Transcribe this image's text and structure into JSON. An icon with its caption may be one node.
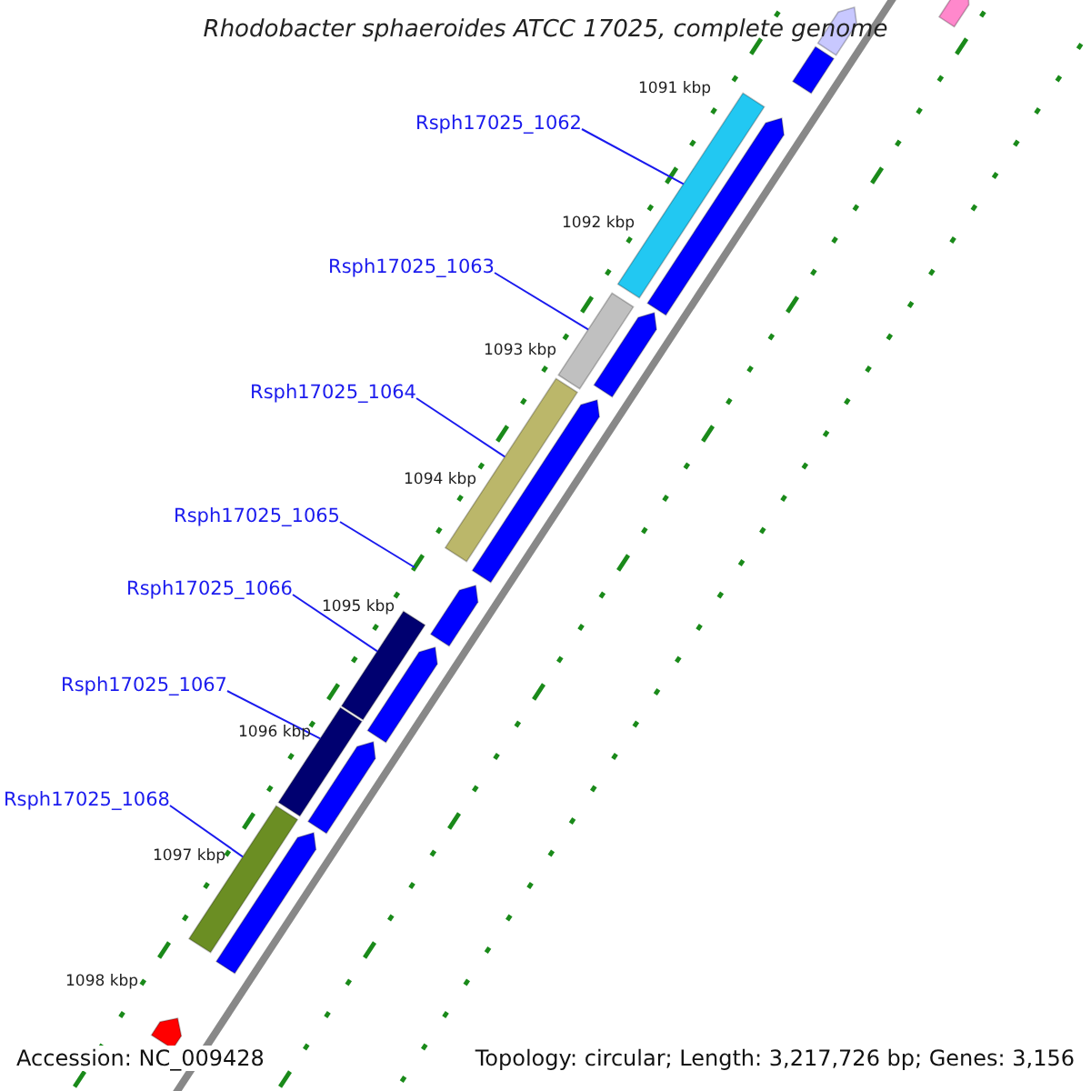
{
  "diagram": {
    "title": "Rhodobacter sphaeroides ATCC 17025, complete genome",
    "nodes": [
      {
        "text": [
          "Rsph17025_1062"
        ]
      },
      {
        "text": [
          "Rsph17025_1063"
        ]
      },
      {
        "text": [
          "Rsph17025_1064"
        ]
      },
      {
        "text": [
          "Rsph17025_1065"
        ]
      },
      {
        "text": [
          "Rsph17025_1066"
        ]
      },
      {
        "text": [
          "Rsph17025_1067"
        ]
      },
      {
        "text": [
          "Rsph17025_1068"
        ]
      },
      {
        "text": [],
        "shape": "bar"
      },
      {
        "text": [],
        "shape": "bar"
      },
      {
        "text": [],
        "shape": "bar"
      },
      {
        "text": [],
        "shape": "bar"
      },
      {
        "text": [],
        "shape": "bar"
      },
      {
        "text": [],
        "shape": "bar"
      },
      {
        "text": [],
        "shape": "bar"
      },
      {
        "text": [],
        "shape": "bar"
      },
      {
        "text": [],
        "shape": "bar"
      },
      {
        "text": [],
        "shape": "bar"
      },
      {
        "text": [],
        "shape": "bar"
      },
      {
        "text": [],
        "shape": "bar"
      },
      {
        "text": [],
        "shape": "bar"
      },
      {
        "text": [],
        "shape": "bar"
      },
      {
        "text": [],
        "shape": "bar"
      },
      {
        "text": [],
        "shape": "bar"
      },
      {
        "text": [],
        "shape": "bar"
      }
    ],
    "edges": [
      {
        "from": 0,
        "to": 7,
        "arrow": "none"
      },
      {
        "from": 1,
        "to": 8,
        "arrow": "none"
      },
      {
        "from": 2,
        "to": 9,
        "arrow": "none"
      },
      {
        "from": 3,
        "to": null,
        "arrow": "none"
      },
      {
        "from": 4,
        "to": 10,
        "arrow": "none"
      },
      {
        "from": 5,
        "to": 11,
        "arrow": "none"
      },
      {
        "from": 6,
        "to": 12,
        "arrow": "none"
      }
    ],
    "labels": [
      "1091 kbp",
      "1092 kbp",
      "1093 kbp",
      "1094 kbp",
      "1095 kbp",
      "1096 kbp",
      "1097 kbp",
      "1098 kbp",
      "Accession: NC_009428",
      "Topology: circular; Length: 3,217,726 bp; Genes: 3,156"
    ]
  }
}
